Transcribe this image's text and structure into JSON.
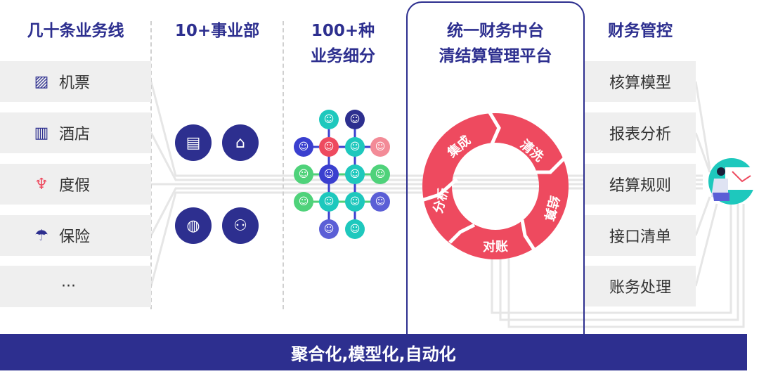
{
  "columns": {
    "business_lines": "几十条业务线",
    "departments": "10+事业部",
    "segments_line1": "100+种",
    "segments_line2": "业务细分",
    "hub_line1": "统一财务中台",
    "hub_line2": "清结算管理平台",
    "control": "财务管控"
  },
  "business_items": [
    {
      "label": "机票",
      "icon": "ticket-icon"
    },
    {
      "label": "酒店",
      "icon": "building-icon"
    },
    {
      "label": "度假",
      "icon": "palm-tree-icon"
    },
    {
      "label": "保险",
      "icon": "umbrella-icon"
    },
    {
      "label": "···",
      "icon": ""
    }
  ],
  "department_icons": [
    "clipboard-icon",
    "store-icon",
    "globe-icon",
    "team-icon"
  ],
  "cycle_steps": [
    "集成",
    "清洗",
    "结算",
    "对账",
    "分析"
  ],
  "control_items": [
    "核算模型",
    "报表分析",
    "结算规则",
    "接口清单",
    "账务处理"
  ],
  "footer": "聚合化,模型化,自动化",
  "colors": {
    "brand": "#2d2f8f",
    "ring": "#ee4a5f",
    "teal": "#1ec8bd",
    "green": "#4fd27a",
    "pink": "#f38b97",
    "purple": "#5b5fd6"
  }
}
